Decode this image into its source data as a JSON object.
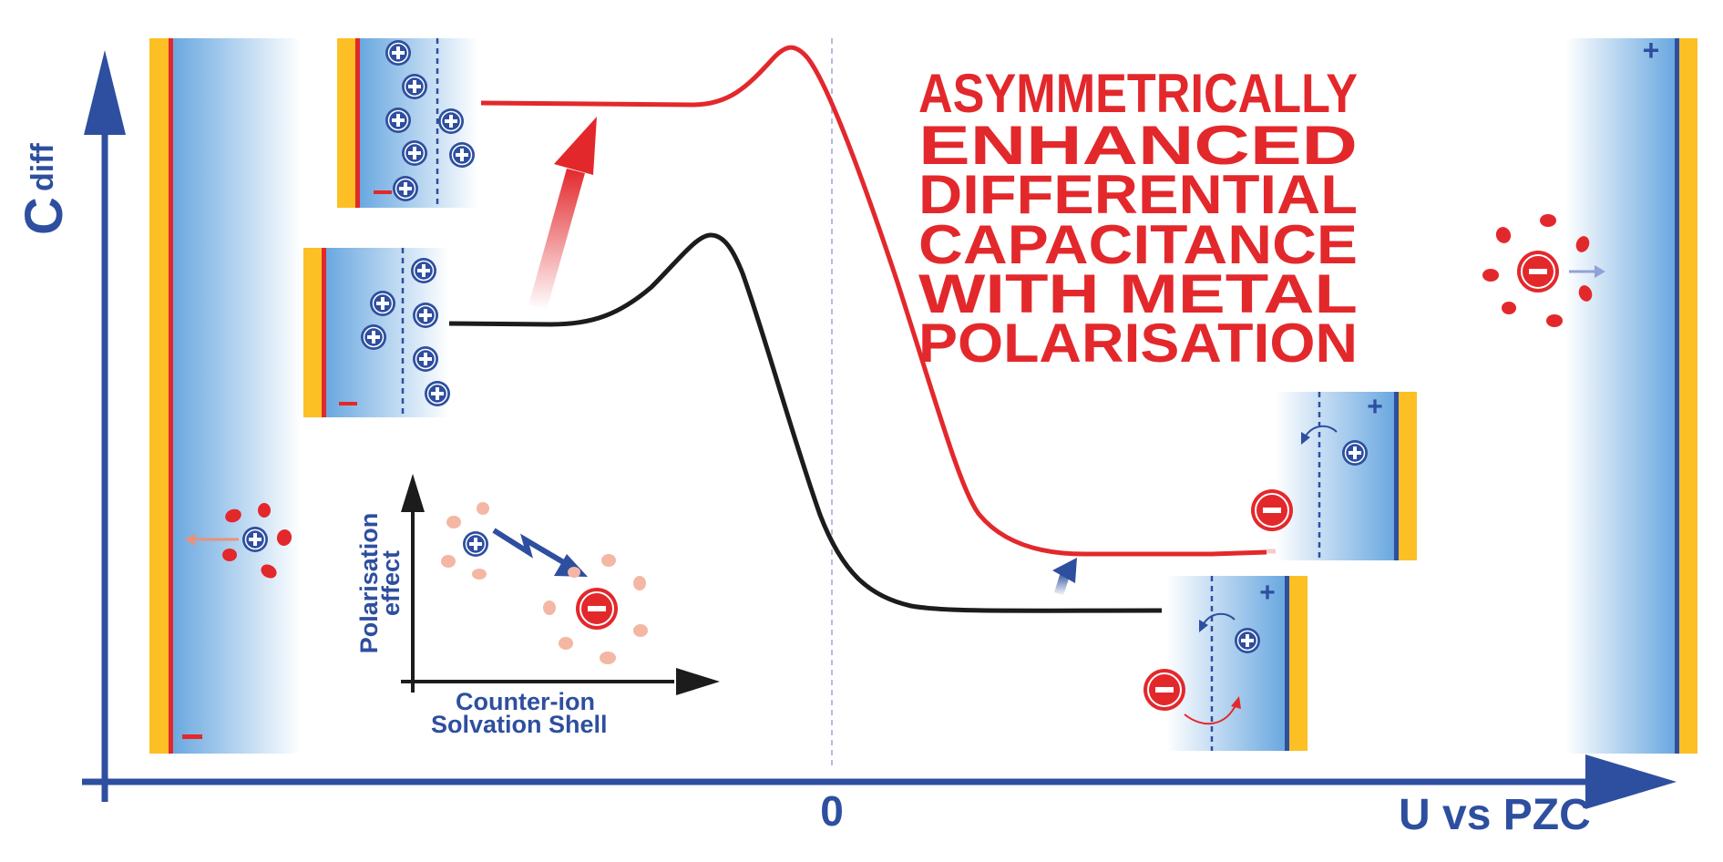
{
  "axes": {
    "y_label_main": "C",
    "y_label_sub": "diff",
    "x_label": "U vs PZC",
    "origin_label": "0"
  },
  "headline": {
    "lines": [
      "ASYMMETRICALLY",
      "ENHANCED",
      "DIFFERENTIAL",
      "CAPACITANCE",
      "WITH METAL",
      "POLARISATION"
    ]
  },
  "inset": {
    "y_label_lines": [
      "Polarisation",
      "effect"
    ],
    "x_label_lines": [
      "Counter-ion",
      "Solvation Shell"
    ]
  },
  "symbols": {
    "plus": "+",
    "minus": "−"
  },
  "colors": {
    "axis_blue": "#2e4f9f",
    "curve_red": "#e3282c",
    "curve_black": "#1c1c1c",
    "electrode_gold": "#fcbf24",
    "ion_blue": "#2e4f9f",
    "ion_red": "#e3282c",
    "water_light": "#f4b7a3"
  }
}
